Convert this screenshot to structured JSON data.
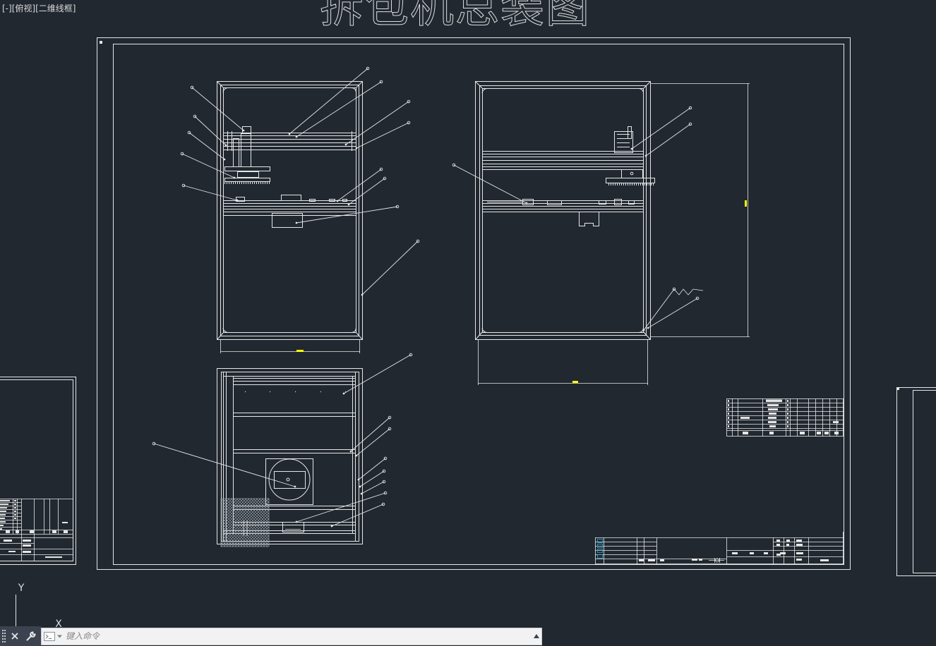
{
  "viewport": {
    "controls": [
      {
        "label": "[-]"
      },
      {
        "label": "[俯视]"
      },
      {
        "label": "[二维线框]"
      }
    ]
  },
  "drawing": {
    "title": "拆包机总装图"
  },
  "ucs": {
    "y_label": "Y",
    "x_label": "X"
  },
  "command_line": {
    "placeholder": "键入命令",
    "icons": {
      "grip": "grip-icon",
      "close": "close-icon",
      "customize": "wrench-icon",
      "prompt": "command-prompt-icon",
      "recent": "chevron-down-icon",
      "history": "chevron-up-icon"
    }
  },
  "colors": {
    "background": "#212830",
    "linework": "#e6e6e6",
    "dimension": "#ffff00",
    "toolbar": "#3c4250",
    "command_input": "#f2f2f2",
    "icon_accent": "#2aa7d8"
  }
}
